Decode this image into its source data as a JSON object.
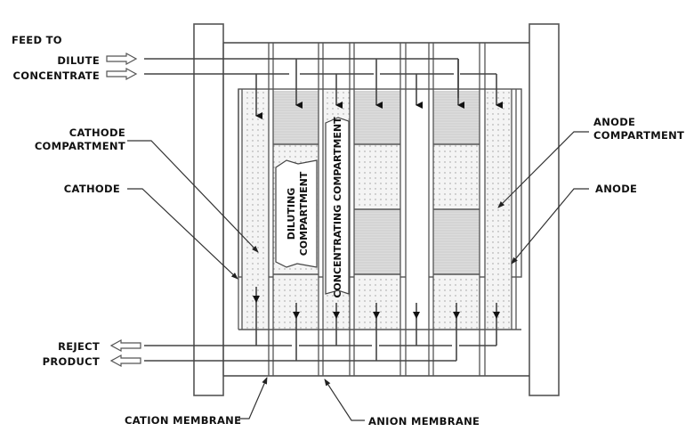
{
  "diagram": {
    "subject": "Electrodialysis stack",
    "labels": {
      "feed_to": "FEED TO",
      "dilute": "DILUTE",
      "concentrate": "CONCENTRATE",
      "reject": "REJECT",
      "product": "PRODUCT",
      "cathode_compartment_line1": "CATHODE",
      "cathode_compartment_line2": "COMPARTMENT",
      "cathode": "CATHODE",
      "anode_compartment_line1": "ANODE",
      "anode_compartment_line2": "COMPARTMENT",
      "anode": "ANODE",
      "diluting_compartment_line1": "DILUTING",
      "diluting_compartment_line2": "COMPARTMENT",
      "concentrating_compartment": "CONCENTRATING COMPARTMENT",
      "cation_membrane": "CATION MEMBRANE",
      "anion_membrane": "ANION MEMBRANE"
    },
    "colors": {
      "line": "#444444",
      "dotted_fill": "#f2f2f2",
      "shaded_fill": "#d9d9d9"
    },
    "legend_icons": [
      "inlet-arrow-icon",
      "outlet-arrow-icon",
      "flow-arrow-icon"
    ]
  }
}
